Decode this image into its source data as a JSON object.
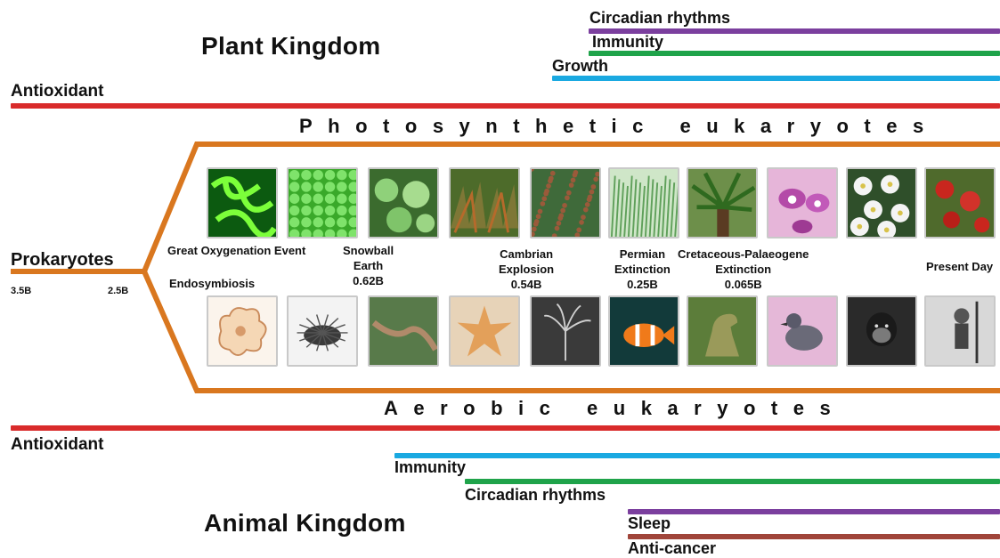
{
  "plant": {
    "title": "Plant Kingdom",
    "bars": [
      {
        "label": "Circadian rhythms",
        "color": "#7b3f9e"
      },
      {
        "label": "Immunity",
        "color": "#1fa34a"
      },
      {
        "label": "Growth",
        "color": "#1aa9e1"
      }
    ],
    "antioxidant": {
      "label": "Antioxidant",
      "color": "#d92b2b"
    }
  },
  "photosynthetic_label": "Photosynthetic eukaryotes",
  "aerobic_label": "Aerobic eukaryotes",
  "prokaryotes": {
    "label": "Prokaryotes",
    "time_start": "3.5B",
    "time_split": "2.5B"
  },
  "events_top": [
    "Great Oxygenation Event",
    "Snowball\nEarth\n0.62B",
    "Cambrian\nExplosion\n0.54B",
    "Permian\nExtinction\n0.25B",
    "Cretaceous-Palaeogene\nExtinction\n0.065B",
    "Present Day"
  ],
  "events_bottom": [
    "Endosymbiosis"
  ],
  "animal": {
    "title": "Animal Kingdom",
    "antioxidant": {
      "label": "Antioxidant",
      "color": "#d92b2b"
    },
    "bars": [
      {
        "label": "Immunity",
        "color": "#1aa9e1"
      },
      {
        "label": "Circadian rhythms",
        "color": "#1fa34a"
      },
      {
        "label": "Sleep",
        "color": "#7b3f9e"
      },
      {
        "label": "Anti-cancer",
        "color": "#a0453a"
      }
    ]
  },
  "tree_color": "#d9771f",
  "plant_images": [
    "green-algae-filament",
    "green-algae-cells",
    "aquatic-plant",
    "moss",
    "spore-plant",
    "grass",
    "cycad-palm",
    "orchid-flower",
    "white-flowers",
    "red-fruit"
  ],
  "animal_images": [
    "amoeba-cell",
    "spiny-microbe",
    "worm",
    "starfish",
    "hydra",
    "clownfish",
    "dinosaur",
    "pigeon",
    "chimpanzee",
    "human-warrior"
  ]
}
